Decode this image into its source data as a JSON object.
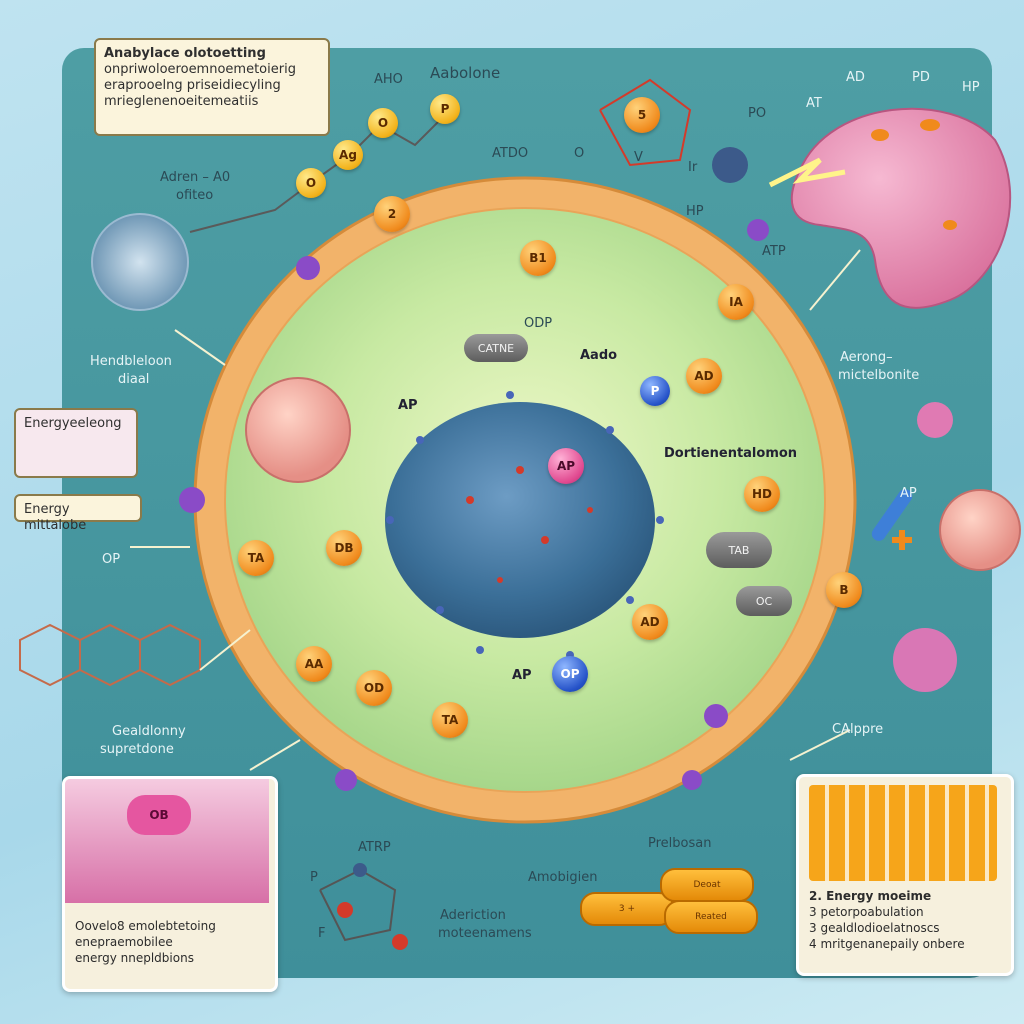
{
  "callouts": {
    "top_left": [
      "Anabylace olotoetting",
      "onpriwoloeroemnoemetoierig",
      "eraprooelng priseidiecyling",
      "mrieglenenoeitemeatiis"
    ],
    "energy_top": "Energyeeleong",
    "energy_bottom": "Energy mittalobe"
  },
  "labels": {
    "ahd": "AHO",
    "aabolone": "Aabolone",
    "adren_line1": "Adren – A0",
    "adren_line2": "ofiteo",
    "atdo": "ATDO",
    "ad_top": "AD",
    "pd_top": "PD",
    "hp_top": "HP",
    "at_top": "AT",
    "hp_mid": "HP",
    "atp_right": "ATP",
    "hendblerloon_line1": "Hendbleloon",
    "hendblerloon_line2": "diaal",
    "odp": "ODP",
    "aado": "Aado",
    "ap_left": "AP",
    "dortienement": "Dortienentalomon",
    "aerong_line1": "Aerong–",
    "aerong_line2": "mictelbonite",
    "op_left": "OP",
    "ap_right": "AP",
    "ap_lower": "AP",
    "gealdblonny_line1": "Gealdlonny",
    "gealdblonny_line2": "supretdone",
    "capprre": "CAlppre",
    "atrip": "ATRP",
    "prelboson": "Prelbosan",
    "amoblgien": "Amobigien",
    "aderiction_line1": "Aderiction",
    "aderiction_line2": "moteenamens",
    "p_bottom": "P",
    "fd_bottom": "F",
    "po_top": "PO",
    "o_top": "O",
    "v_top": "V",
    "ir_top": "Ir"
  },
  "balls": {
    "chain_1": "P",
    "chain_2": "O",
    "chain_3": "Ag",
    "chain_4": "O",
    "ring_5": "5",
    "num_2": "2",
    "b1": "B1",
    "ia": "IA",
    "ad_1": "AD",
    "ap_pink": "AP",
    "hd": "HD",
    "tb": "TA",
    "db": "DB",
    "ta_lower": "TA",
    "aa": "AA",
    "od": "OD",
    "ad_lower": "AD",
    "b_right": "B",
    "op_blue": "OP",
    "p_blue": "P"
  },
  "pills": {
    "tag_upper": "CATNE",
    "tag_tab": "TAB",
    "tag_oc": "OC"
  },
  "inset_bottom_left": {
    "ob_label": "OB",
    "caption": [
      "Oovelo8 emolebtetoing",
      "enepraemobilee",
      "energy nnepldbions"
    ]
  },
  "inset_bottom_right": {
    "list": [
      "2. Energy moeime",
      "3 petorpoabulation",
      "3 gealdlodioelatnoscs",
      "4 mritgenanepaily onbere"
    ]
  },
  "capsules": [
    "3 +",
    "Deoat",
    "Reated"
  ],
  "colors": {
    "panel": "#3f8f9a",
    "membrane": "#f2b36a",
    "cytoplasm": "#bfe69a",
    "nucleus": "#3b6f98",
    "mitochondrion": "#e889b0",
    "atp_orange": "#f08a1c"
  }
}
